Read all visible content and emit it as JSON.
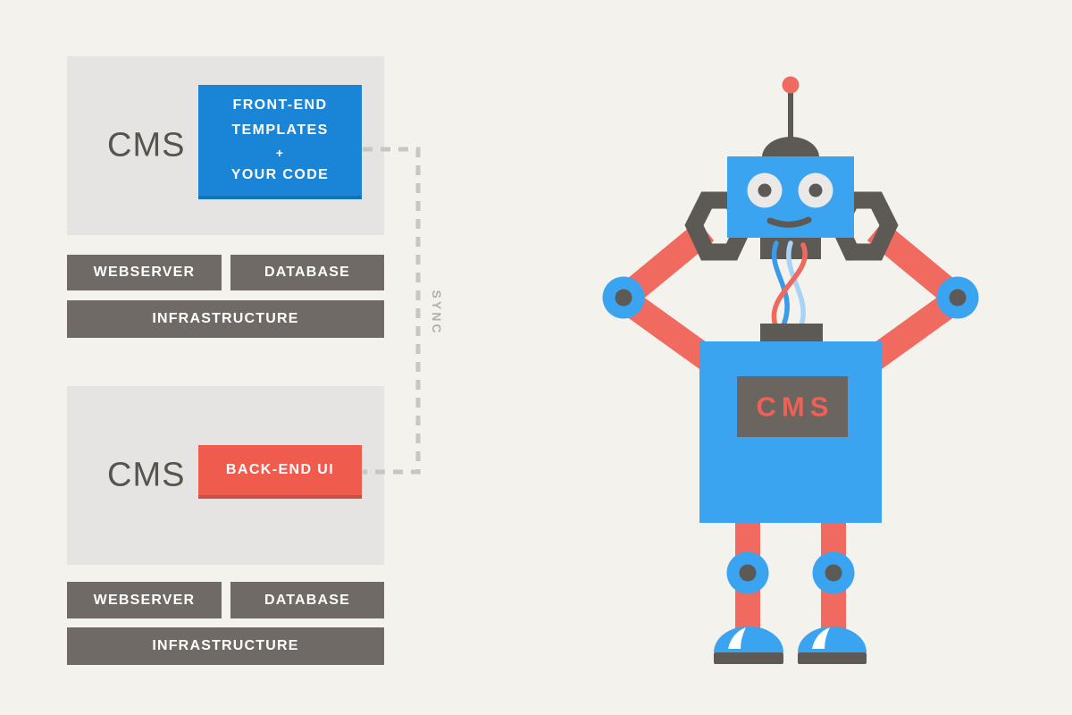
{
  "colors": {
    "bg": "#f4f2ed",
    "panel": "#e5e4e3",
    "bar": "#6f6a65",
    "bar_text": "#ffffff",
    "deep_blue": "#1a85d6",
    "coral": "#ef5c4e",
    "robot_blue": "#3ba4f0",
    "robot_red": "#f16a5f",
    "dark_gray": "#5d5955",
    "chest_gray": "#6b6560",
    "chest_text": "#f06055",
    "wire_blue": "#3b9be8",
    "wire_light_blue": "#a9d3f4",
    "wire_red": "#ee6a5f",
    "dash": "#c9c6c1",
    "sync_text": "#b2b0ac",
    "cms_text": "#57534f",
    "eye": "#eae9e8"
  },
  "cms_top": {
    "label": "CMS",
    "box_lines": [
      "FRONT-END",
      "TEMPLATES",
      "+",
      "YOUR CODE"
    ],
    "bars": [
      "WEBSERVER",
      "DATABASE",
      "INFRASTRUCTURE"
    ]
  },
  "cms_bottom": {
    "label": "CMS",
    "box_label": "BACK-END UI",
    "bars": [
      "WEBSERVER",
      "DATABASE",
      "INFRASTRUCTURE"
    ]
  },
  "connector": {
    "label": "SYNC"
  },
  "robot": {
    "chest_label": "CMS"
  }
}
